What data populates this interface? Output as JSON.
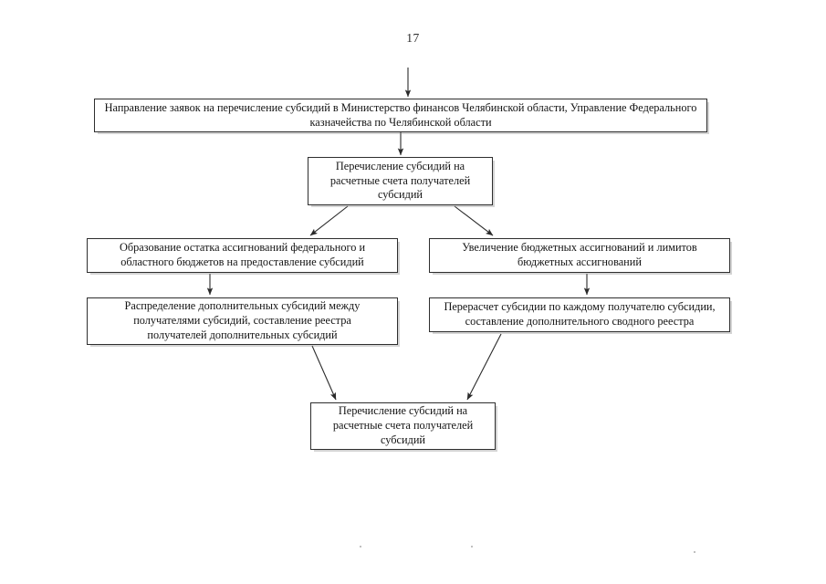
{
  "document": {
    "page_number": "17",
    "ink_color": "#2e2e2e",
    "background_color": "#ffffff"
  },
  "chart_data": {
    "type": "diagram",
    "title": "",
    "nodes": [
      {
        "id": "n1",
        "label": "Направление заявок на перечисление субсидий в Министерство финансов Челябинской области, Управление Федерального казначейства по Челябинской области"
      },
      {
        "id": "n2",
        "label": "Перечисление субсидий на\nрасчетные счета получателей\nсубсидий"
      },
      {
        "id": "n3",
        "label": "Образование остатка ассигнований федерального и\nобластного бюджетов на предоставление субсидий"
      },
      {
        "id": "n4",
        "label": "Увеличение бюджетных ассигнований и лимитов\nбюджетных ассигнований"
      },
      {
        "id": "n5",
        "label": "Распределение дополнительных субсидий между\nполучателями субсидий, составление реестра\nполучателей дополнительных субсидий"
      },
      {
        "id": "n6",
        "label": "Перерасчет субсидии по каждому получателю субсидии,\nсоставление дополнительного сводного реестра"
      },
      {
        "id": "n7",
        "label": "Перечисление субсидий на\nрасчетные счета получателей\nсубсидий"
      }
    ],
    "edges": [
      {
        "from": "entry",
        "to": "n1",
        "style": "straight-vertical"
      },
      {
        "from": "n1",
        "to": "n2",
        "style": "straight-vertical"
      },
      {
        "from": "n2",
        "to": "n3",
        "style": "diagonal-left"
      },
      {
        "from": "n2",
        "to": "n4",
        "style": "diagonal-right"
      },
      {
        "from": "n3",
        "to": "n5",
        "style": "straight-vertical"
      },
      {
        "from": "n4",
        "to": "n6",
        "style": "straight-vertical"
      },
      {
        "from": "n5",
        "to": "n7",
        "style": "diagonal-right"
      },
      {
        "from": "n6",
        "to": "n7",
        "style": "diagonal-left"
      }
    ]
  }
}
